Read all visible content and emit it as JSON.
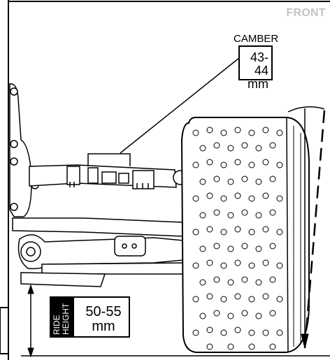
{
  "labels": {
    "front": "FRONT",
    "camber_title": "CAMBER",
    "camber_value_line1": "43-44",
    "camber_value_line2": "mm",
    "ride_height_line1": "RIDE",
    "ride_height_line2": "HEIGHT",
    "ride_height_value_line1": "50-55",
    "ride_height_value_line2": "mm"
  },
  "colors": {
    "line": "#000000",
    "front_label": "#c4c4c4",
    "background": "#ffffff"
  }
}
